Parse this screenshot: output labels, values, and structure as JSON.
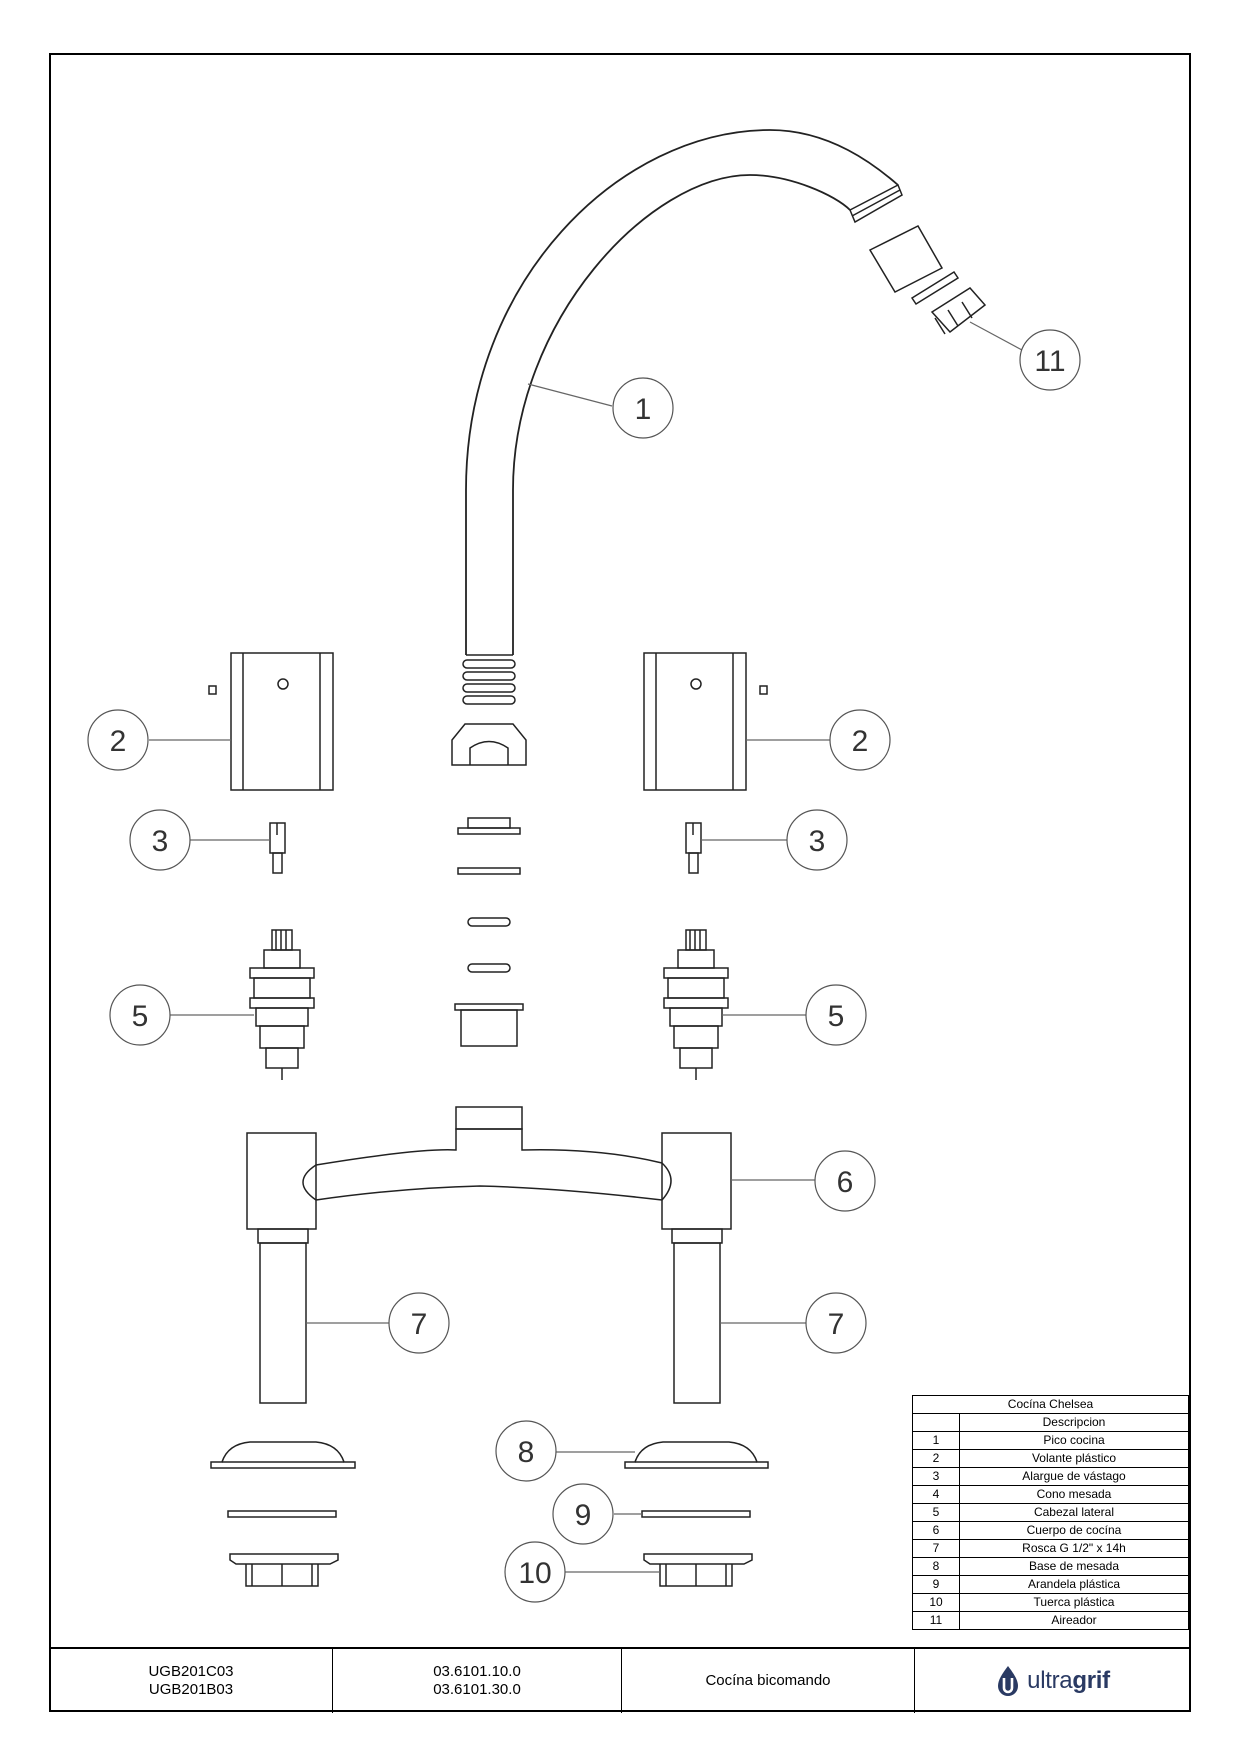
{
  "callouts": [
    {
      "id": "c1",
      "number": "1"
    },
    {
      "id": "c2l",
      "number": "2"
    },
    {
      "id": "c2r",
      "number": "2"
    },
    {
      "id": "c3l",
      "number": "3"
    },
    {
      "id": "c3r",
      "number": "3"
    },
    {
      "id": "c5l",
      "number": "5"
    },
    {
      "id": "c5r",
      "number": "5"
    },
    {
      "id": "c6",
      "number": "6"
    },
    {
      "id": "c7l",
      "number": "7"
    },
    {
      "id": "c7r",
      "number": "7"
    },
    {
      "id": "c8",
      "number": "8"
    },
    {
      "id": "c9",
      "number": "9"
    },
    {
      "id": "c10",
      "number": "10"
    },
    {
      "id": "c11",
      "number": "11"
    }
  ],
  "parts_table": {
    "title": "Cocína Chelsea",
    "header": "Descripcion",
    "rows": [
      {
        "num": "1",
        "desc": "Pico cocina"
      },
      {
        "num": "2",
        "desc": "Volante plástico"
      },
      {
        "num": "3",
        "desc": "Alargue de vástago"
      },
      {
        "num": "4",
        "desc": "Cono mesada"
      },
      {
        "num": "5",
        "desc": "Cabezal lateral"
      },
      {
        "num": "6",
        "desc": "Cuerpo de cocína"
      },
      {
        "num": "7",
        "desc": "Rosca G 1/2\" x 14h"
      },
      {
        "num": "8",
        "desc": "Base de mesada"
      },
      {
        "num": "9",
        "desc": "Arandela plástica"
      },
      {
        "num": "10",
        "desc": "Tuerca plástica"
      },
      {
        "num": "11",
        "desc": "Aireador"
      }
    ]
  },
  "title_block": {
    "codes": [
      "UGB201C03",
      "UGB201B03"
    ],
    "refs": [
      "03.6101.10.0",
      "03.6101.30.0"
    ],
    "product_name": "Cocína bicomando",
    "logo": {
      "part1": "ultra",
      "part2": "grif",
      "brand_color": "#2a3a63",
      "icon": "water-drop-logo-icon"
    }
  }
}
